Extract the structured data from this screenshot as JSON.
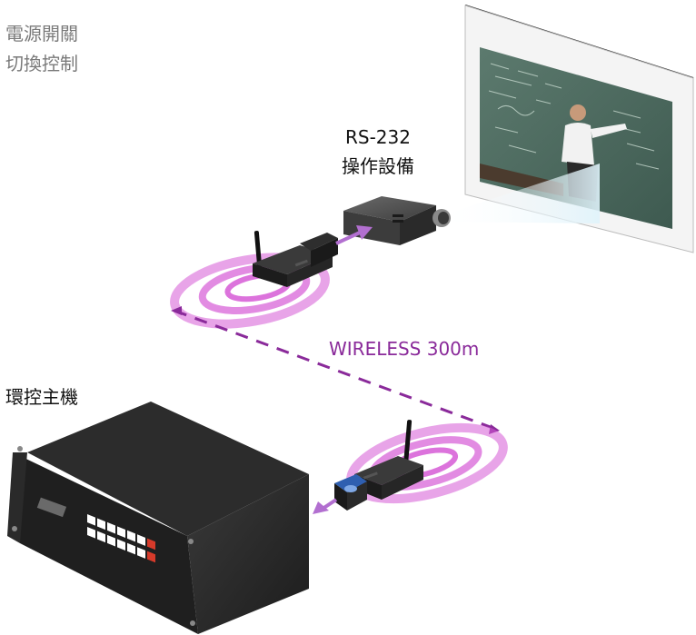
{
  "labels": {
    "power_line1": "電源開關",
    "power_line2": "切換控制",
    "rs232_line1": "RS-232",
    "rs232_line2": "操作設備",
    "wireless": "WIRELESS 300m",
    "control_host": "環控主機"
  },
  "colors": {
    "wireless_accent": "#8a2a9a",
    "label_gray": "#7a7a7a",
    "label_dark": "#111111"
  }
}
